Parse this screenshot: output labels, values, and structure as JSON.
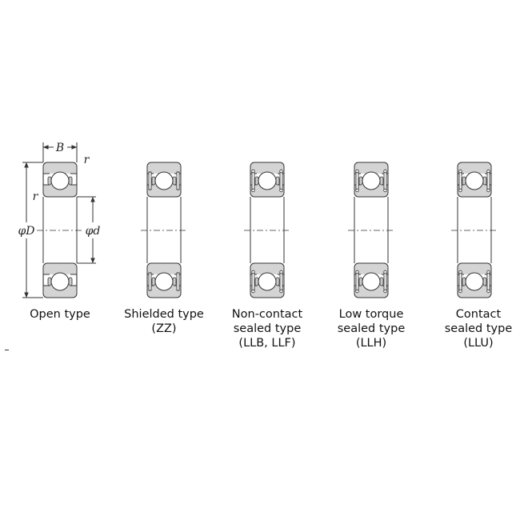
{
  "dimensions": {
    "width_label": "B",
    "chamfer_label": "r",
    "outer_diameter_label": "φD",
    "bore_diameter_label": "φd"
  },
  "bearings": [
    {
      "type": "open",
      "lines": [
        "Open type"
      ]
    },
    {
      "type": "shield",
      "lines": [
        "Shielded type",
        "(ZZ)"
      ]
    },
    {
      "type": "seal",
      "lines": [
        "Non-contact",
        "sealed type",
        "(LLB, LLF)"
      ]
    },
    {
      "type": "seal",
      "lines": [
        "Low torque",
        "sealed type",
        "(LLH)"
      ]
    },
    {
      "type": "seal",
      "lines": [
        "Contact",
        "sealed type",
        "(LLU)"
      ]
    }
  ],
  "colors": {
    "ring_fill": "#d4d4d4",
    "line": "#333333"
  }
}
